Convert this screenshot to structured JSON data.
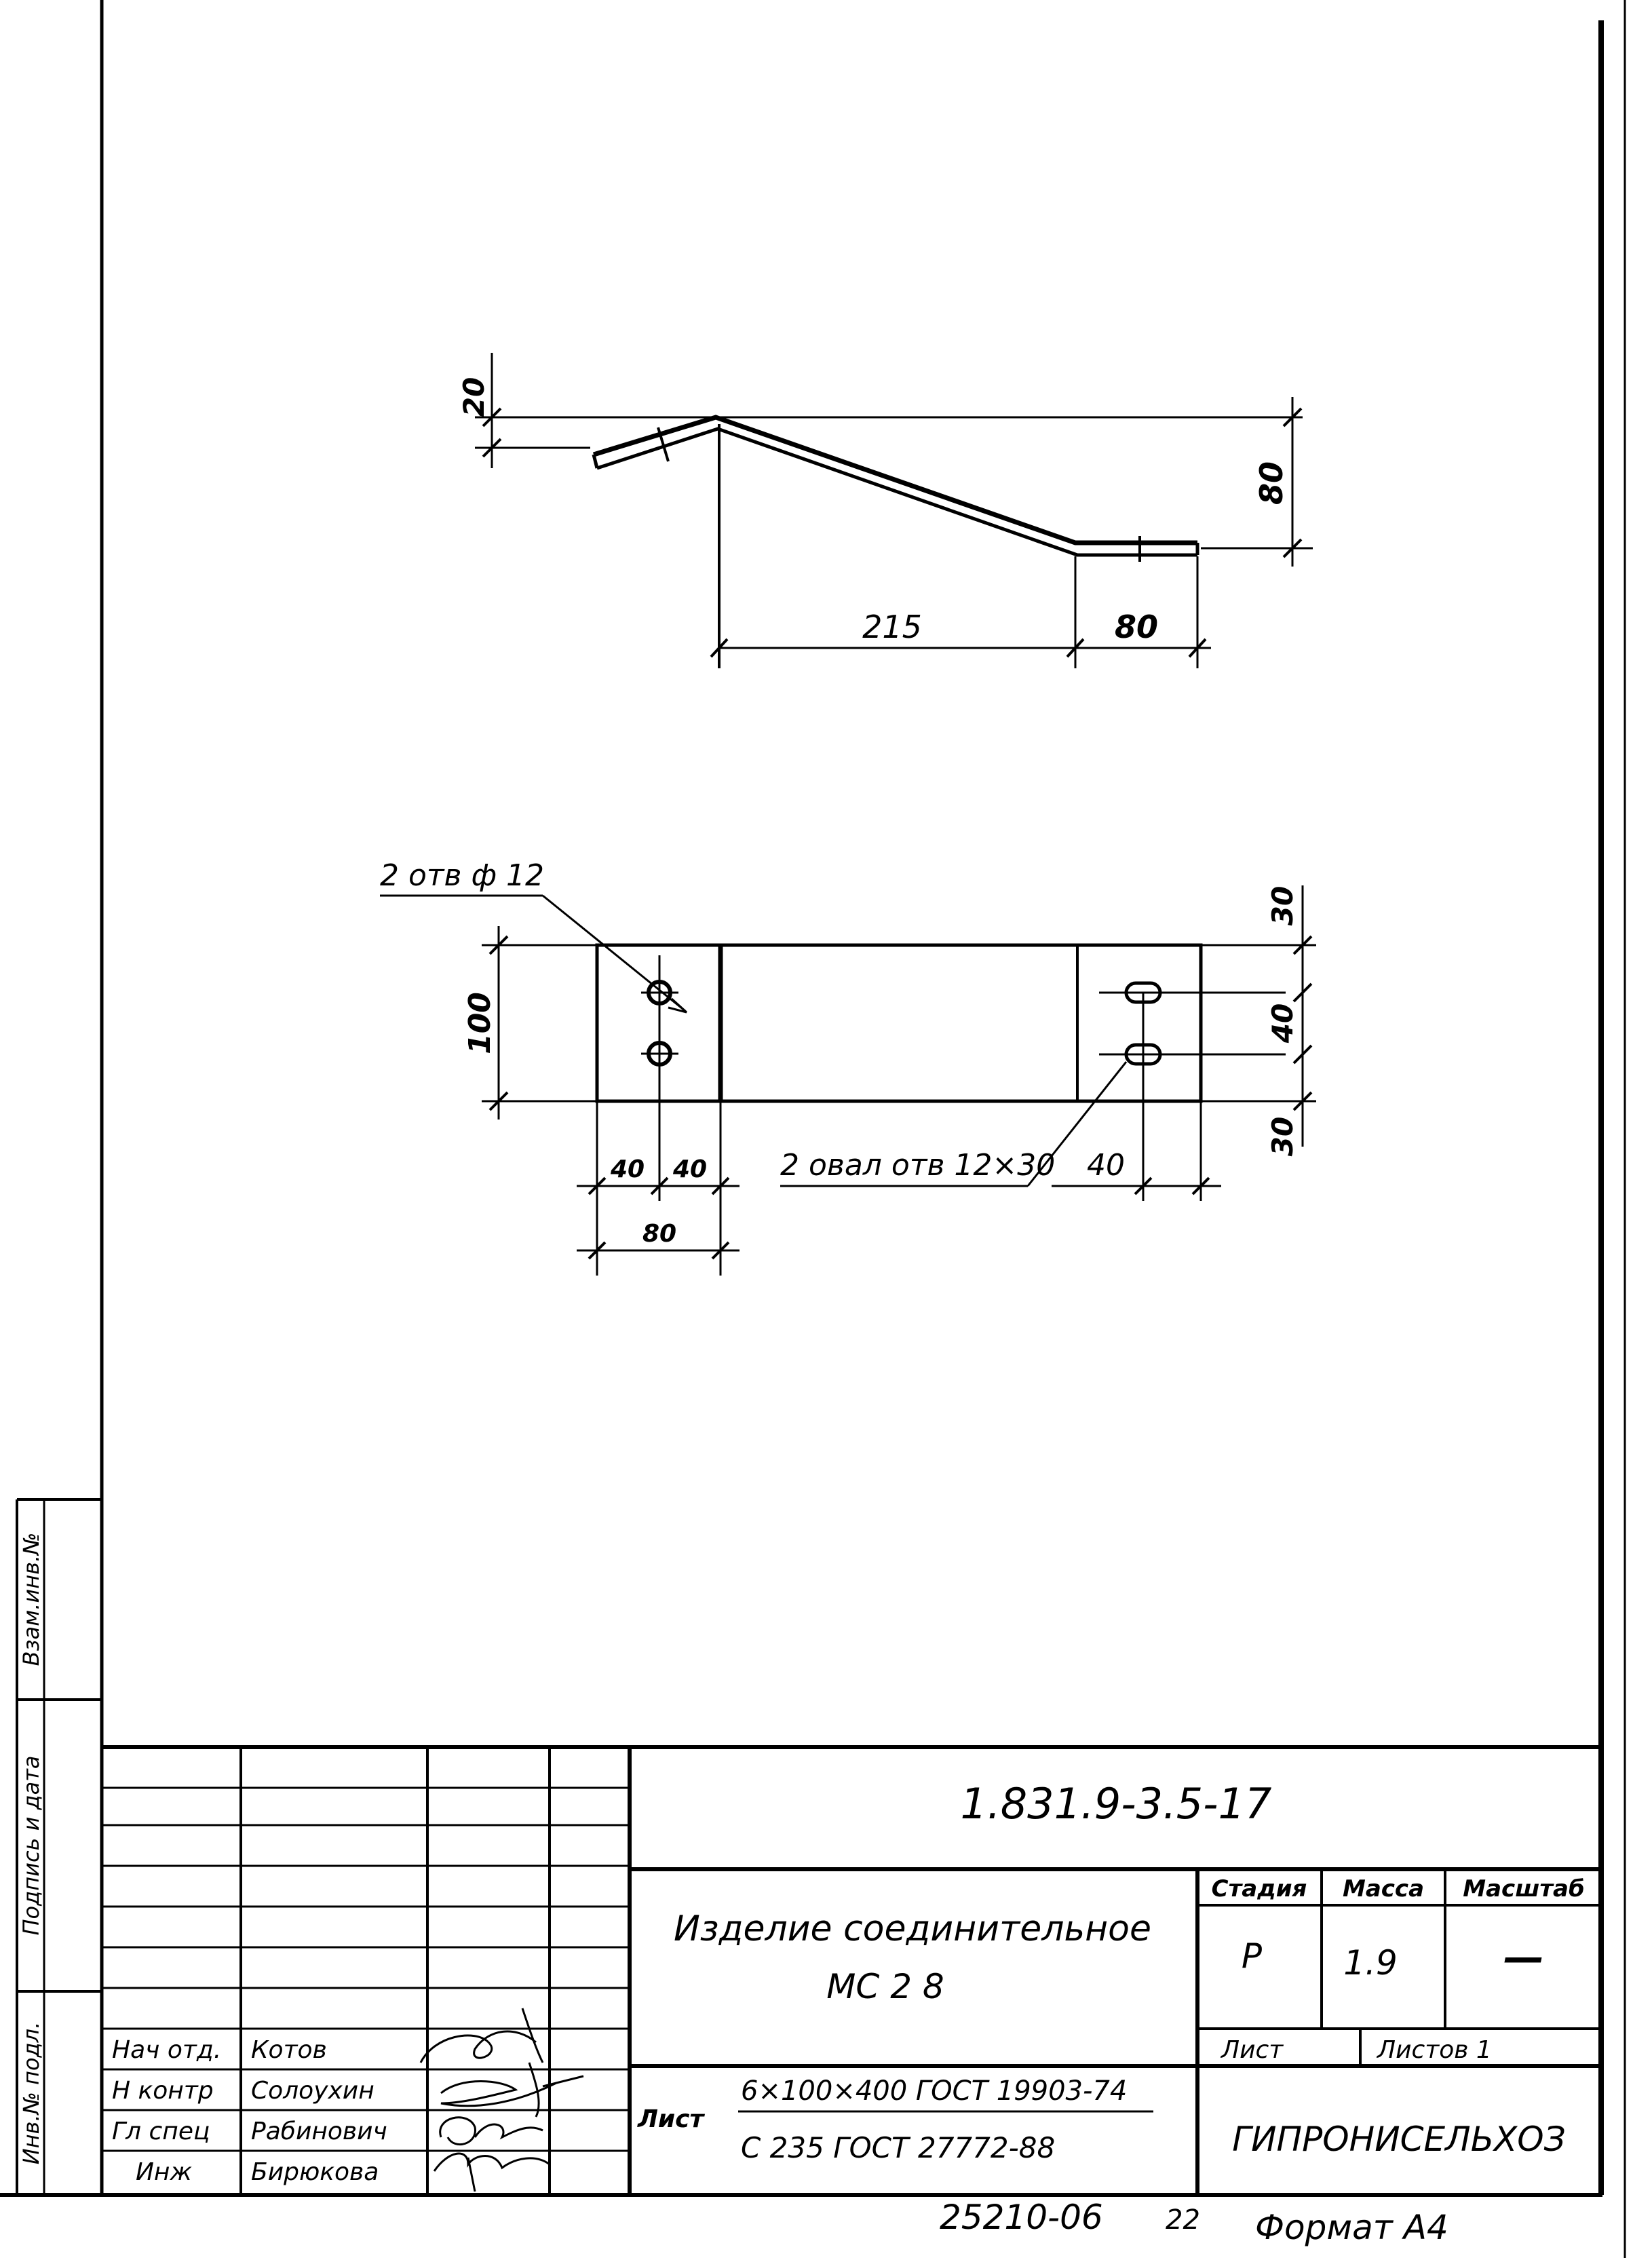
{
  "side_view": {
    "dims": {
      "rise": "20",
      "height": "80",
      "slope_length": "215",
      "flat_length": "80"
    }
  },
  "plan_view": {
    "holes_callout": "2 отв ф 12",
    "oval_callout": "2 овал отв 12×30",
    "dims": {
      "width": "100",
      "top_offset": "30",
      "middle_offset": "40",
      "bottom_offset": "30",
      "left_part_a": "40",
      "left_part_b": "40",
      "left_total": "80",
      "oval_spacing": "40"
    }
  },
  "side_stamp": {
    "vzam_inv": "Взам.инв.№",
    "podpis_data": "Подпись и дата",
    "inv_podl": "Инв.№ подл."
  },
  "title_block": {
    "designation": "1.831.9-3.5-17",
    "name_line1": "Изделие соединительное",
    "name_line2": "МС 2 8",
    "stage_label": "Стадия",
    "mass_label": "Масса",
    "scale_label": "Масштаб",
    "stage_value": "Р",
    "mass_value": "1.9",
    "scale_value": "—",
    "sheet_label": "Лист",
    "sheets_label": "Листов 1",
    "material_label": "Лист",
    "material_line1": "6×100×400 ГОСТ 19903-74",
    "material_line2": "С 235 ГОСТ 27772-88",
    "organization": "ГИПРОНИСЕЛЬХОЗ",
    "people": [
      {
        "role": "Нач отд.",
        "name": "Котов"
      },
      {
        "role": "Н контр",
        "name": "Солоухин"
      },
      {
        "role": "Гл спец",
        "name": "Рабинович"
      },
      {
        "role": "Инж",
        "name": "Бирюкова"
      }
    ]
  },
  "footer": {
    "number": "25210-06",
    "page": "22",
    "format": "Формат А4"
  }
}
